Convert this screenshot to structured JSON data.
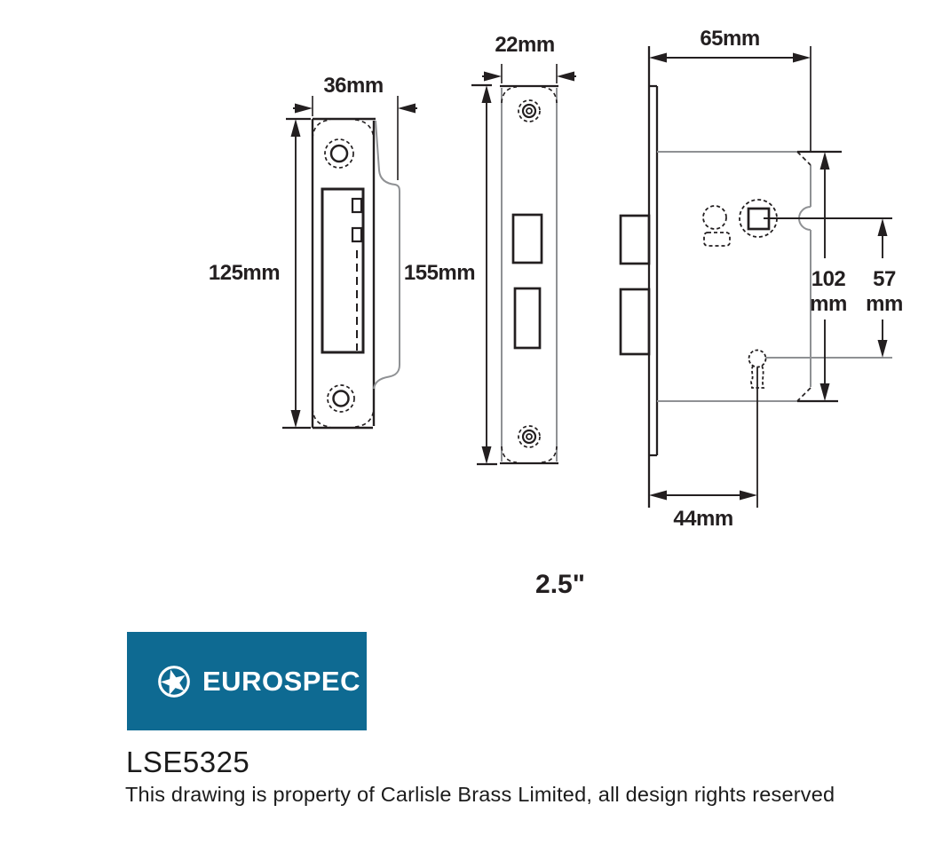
{
  "drawing": {
    "strike_plate": {
      "width_label": "36mm",
      "height_label": "125mm"
    },
    "faceplate": {
      "width_label": "22mm",
      "height_label": "155mm"
    },
    "lock_body": {
      "depth_label": "65mm",
      "case_height_value": "102",
      "case_height_unit": "mm",
      "centres_value": "57",
      "centres_unit": "mm",
      "backset_label": "44mm"
    },
    "size_label": "2.5\""
  },
  "branding": {
    "logo_text": "EUROSPEC",
    "logo_bg_color": "#0E6A92",
    "logo_icon": "star-in-circle-icon"
  },
  "product": {
    "code": "LSE5325",
    "rights_notice": "This drawing is property of Carlisle Brass Limited, all design rights reserved"
  }
}
